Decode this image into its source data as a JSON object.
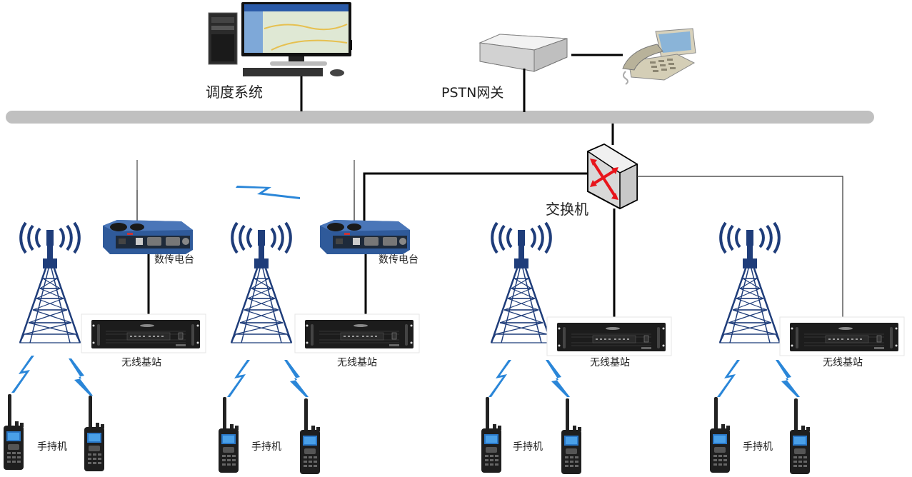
{
  "diagram": {
    "type": "network-topology",
    "colors": {
      "backbone": "#c0c0c0",
      "link": "#000000",
      "thin_link": "#333333",
      "tower": "#1f3d7a",
      "lightning": "#2a86d8",
      "switch_arrows": "#e8141b",
      "radio_body": "#2f5a9a",
      "base_station": "#1a1a1a"
    },
    "labels": {
      "dispatch_system": "调度系统",
      "pstn_gateway": "PSTN网关",
      "switch": "交换机",
      "data_radio": "数传电台",
      "base_station": "无线基站",
      "handheld": "手持机"
    },
    "nodes": {
      "dispatch": {
        "label": "调度系统",
        "icon": "workstation-icon"
      },
      "gateway": {
        "label": "PSTN网关",
        "icon": "gateway-icon"
      },
      "telephone": {
        "label": "",
        "icon": "telephone-icon"
      },
      "switch": {
        "label": "交换机",
        "icon": "switch-icon"
      },
      "sites": [
        {
          "id": "site-1",
          "base_station": "无线基站",
          "data_radio": "数传电台",
          "handheld": "手持机"
        },
        {
          "id": "site-2",
          "base_station": "无线基站",
          "data_radio": "数传电台",
          "handheld": "手持机"
        },
        {
          "id": "site-3",
          "base_station": "无线基站",
          "data_radio": "",
          "handheld": "手持机"
        },
        {
          "id": "site-4",
          "base_station": "无线基站",
          "data_radio": "",
          "handheld": "手持机"
        }
      ]
    },
    "edges": [
      {
        "from": "dispatch",
        "to": "backbone"
      },
      {
        "from": "gateway",
        "to": "backbone"
      },
      {
        "from": "gateway",
        "to": "telephone"
      },
      {
        "from": "backbone",
        "to": "switch"
      },
      {
        "from": "switch",
        "to": "site-2.data_radio"
      },
      {
        "from": "switch",
        "to": "site-3.base_station"
      },
      {
        "from": "switch",
        "to": "site-4.base_station"
      },
      {
        "from": "site-1.data_radio",
        "to": "site-1.base_station"
      },
      {
        "from": "site-2.data_radio",
        "to": "site-2.base_station"
      },
      {
        "from": "site-1.data_radio",
        "to": "site-2.data_radio",
        "kind": "wireless"
      }
    ]
  }
}
